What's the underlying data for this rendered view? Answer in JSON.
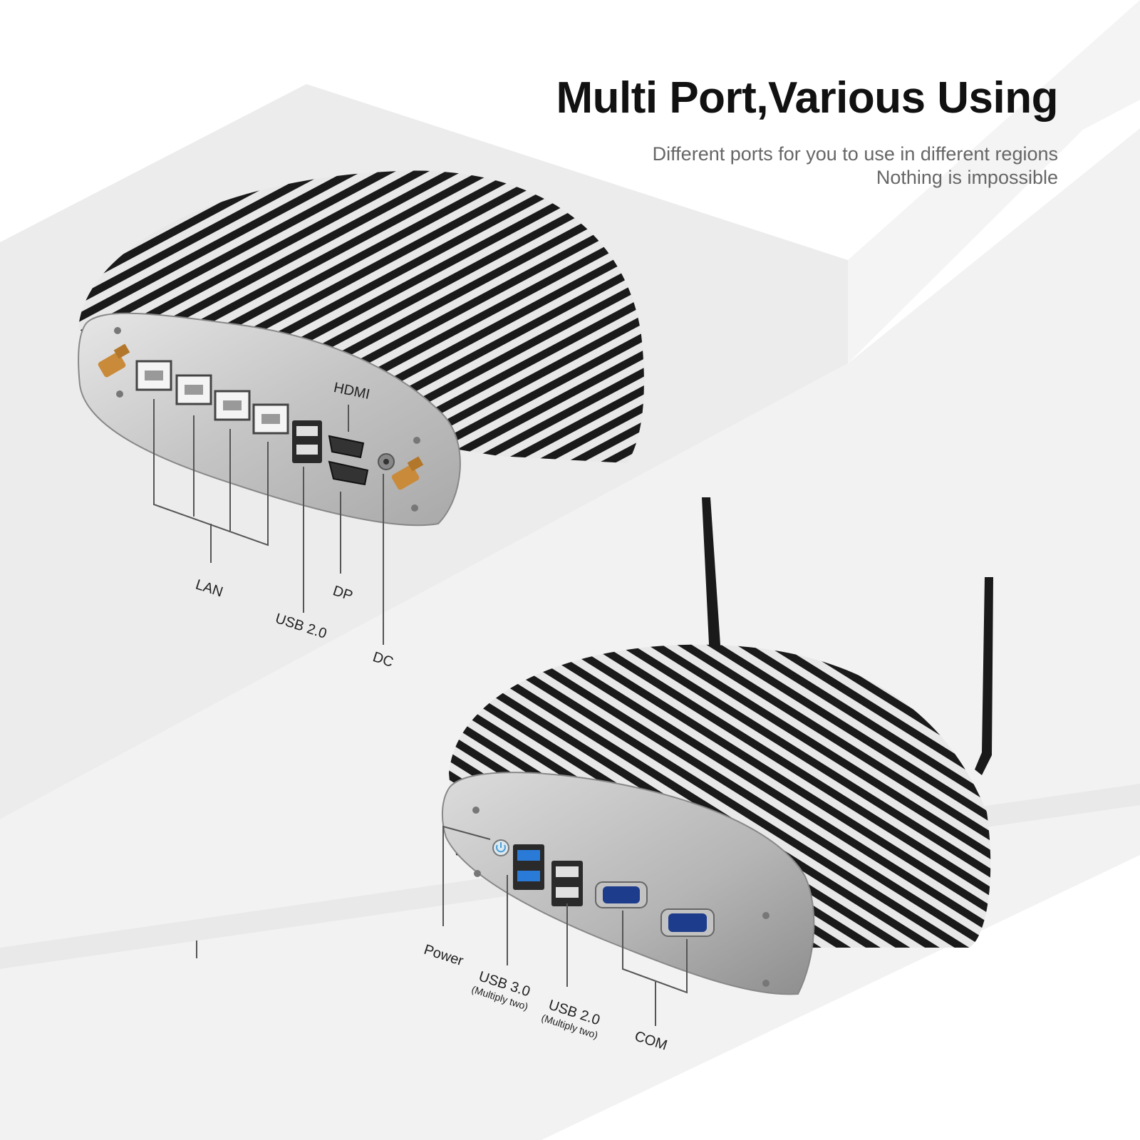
{
  "heading": {
    "title": "Multi Port,Various Using",
    "subtitle_line1": "Different ports for you to use in different regions",
    "subtitle_line2": "Nothing is impossible"
  },
  "rear_panel": {
    "hdmi": "HDMI",
    "lan": "LAN",
    "usb": "USB 2.0",
    "dp": "DP",
    "dc": "DC"
  },
  "front_panel": {
    "power": "Power",
    "usb3": "USB 3.0",
    "usb3_note": "(Multiply two)",
    "usb2": "USB 2.0",
    "usb2_note": "(Multiply two)",
    "com": "COM"
  },
  "colors": {
    "stripe_dark": "#1a1a1a",
    "stripe_light": "#e8e8e8",
    "panel": "#cfcfcf",
    "antenna_gold": "#c98a3a",
    "com_blue": "#1e3c8c",
    "usb3_blue": "#2a7bd8"
  }
}
